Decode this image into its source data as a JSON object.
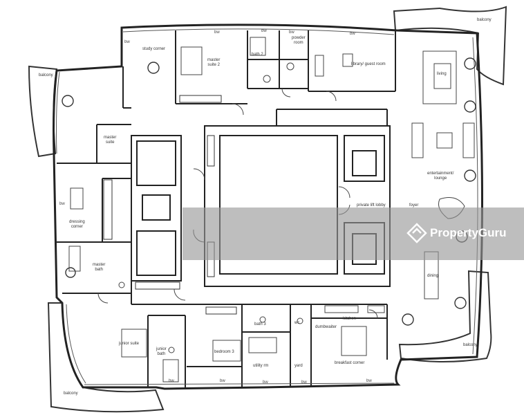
{
  "rooms": {
    "balcony_nw": "balcony",
    "balcony_ne": "balcony",
    "balcony_sw": "balcony",
    "balcony_se": "balcony",
    "study_corner": "study corner",
    "master_suite_2": "master\nsuite 2",
    "bath_2": "bath 2",
    "powder_room": "powder\nroom",
    "library": "library/ guest room",
    "living": "living",
    "master_suite": "master\nsuite",
    "entertainment": "entertainment/\nlounge",
    "dressing_corner": "dressing\ncorner",
    "private_lift_lobby": "private lift lobby",
    "foyer": "foyer",
    "master_bath": "master\nbath",
    "dining": "dining",
    "bath_3": "bath 3",
    "wc": "wc",
    "dumbwaiter": "dumbwaiter",
    "kitchen": "kitchen",
    "junior_suite": "junior suite",
    "junior_bath": "junior\nbath",
    "bedroom_3": "bedroom 3",
    "utility_rm": "utility rm",
    "yard": "yard",
    "breakfast_corner": "breakfast corner"
  },
  "bw_label": "bw",
  "watermark": {
    "text": "PropertyGuru"
  },
  "colors": {
    "wall": "#222222",
    "line": "#555555",
    "watermark_band": "#969696"
  }
}
